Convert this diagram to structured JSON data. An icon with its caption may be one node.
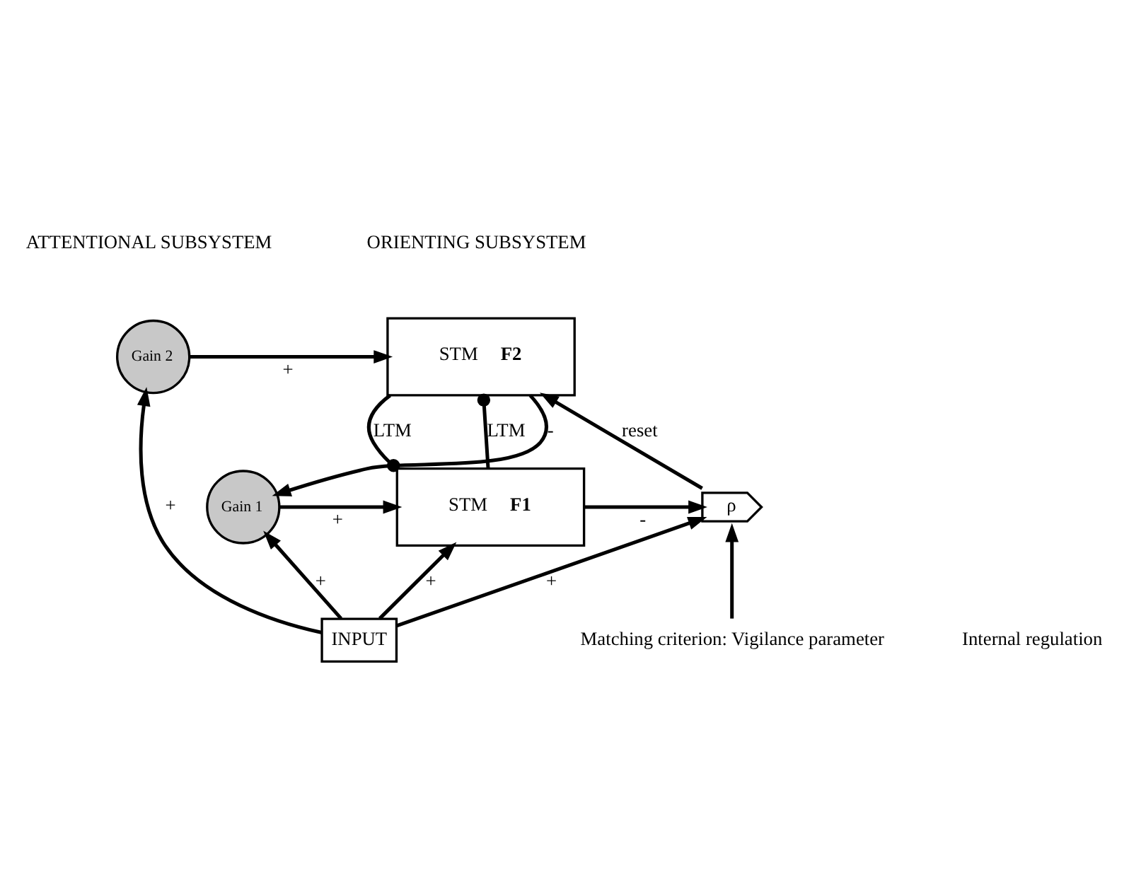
{
  "diagram": {
    "nodes": [
      {
        "text": [
          "STM",
          "F2"
        ]
      },
      {
        "text": [
          "STM",
          "F1"
        ]
      },
      {
        "text": [
          "Gain 2"
        ]
      },
      {
        "text": [
          "Gain 1"
        ]
      },
      {
        "text": [
          "ρ"
        ]
      },
      {
        "text": [
          "INPUT"
        ]
      },
      {
        "text": [
          "Matching criterion: Vigilance parameter"
        ]
      }
    ],
    "edges": [
      {
        "from": 2,
        "to": 0,
        "arrow": "to",
        "label": "+"
      },
      {
        "from": 3,
        "to": 1,
        "arrow": "to",
        "label": "+"
      },
      {
        "from": 0,
        "to": 3,
        "arrow": "to",
        "label": "-"
      },
      {
        "from": 0,
        "to": 1,
        "arrow": "other",
        "label": "LTM"
      },
      {
        "from": 1,
        "to": 0,
        "arrow": "other",
        "label": "LTM"
      },
      {
        "from": 1,
        "to": 4,
        "arrow": "to",
        "label": "-"
      },
      {
        "from": 4,
        "to": 0,
        "arrow": "to",
        "label": "reset"
      },
      {
        "from": 5,
        "to": 1,
        "arrow": "to",
        "label": "+"
      },
      {
        "from": 5,
        "to": 2,
        "arrow": "to",
        "label": "+"
      },
      {
        "from": 5,
        "to": 3,
        "arrow": "to",
        "label": "+"
      },
      {
        "from": 5,
        "to": 4,
        "arrow": "to",
        "label": "+"
      },
      {
        "from": 6,
        "to": 4,
        "arrow": "to"
      }
    ],
    "labels": [
      "ATTENTIONAL SUBSYSTEM",
      "ORIENTING SUBSYSTEM",
      "Internal regulation"
    ]
  }
}
